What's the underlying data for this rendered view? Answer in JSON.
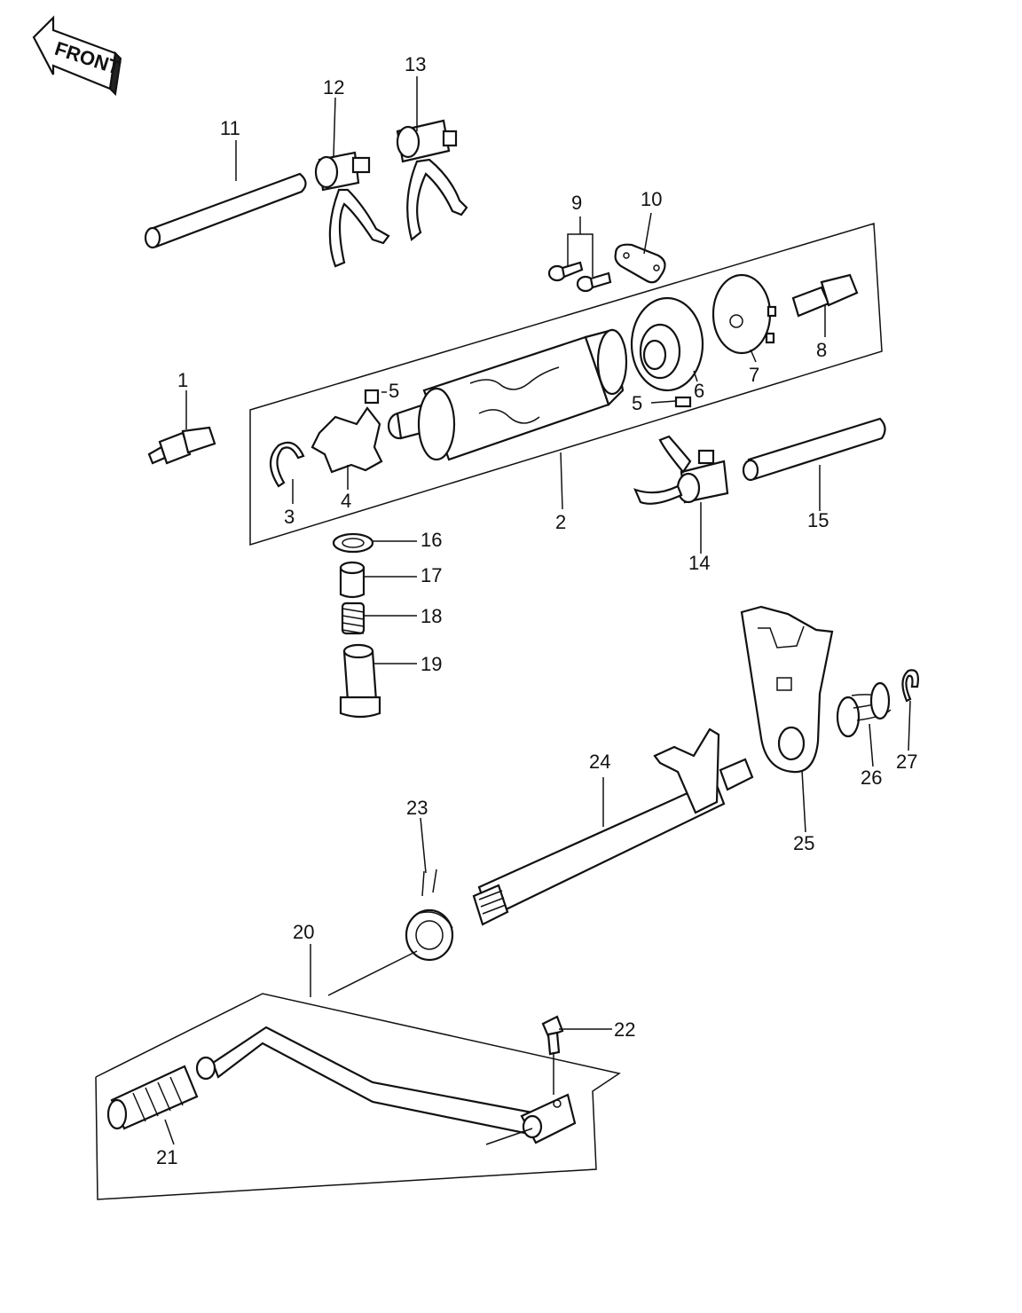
{
  "front_label": "FRONT",
  "callouts": {
    "c1": "1",
    "c2": "2",
    "c3": "3",
    "c4": "4",
    "c5a": "5",
    "c5b": "5",
    "c6": "6",
    "c7": "7",
    "c8": "8",
    "c9": "9",
    "c10": "10",
    "c11": "11",
    "c12": "12",
    "c13": "13",
    "c14": "14",
    "c15": "15",
    "c16": "16",
    "c17": "17",
    "c18": "18",
    "c19": "19",
    "c20": "20",
    "c21": "21",
    "c22": "22",
    "c23": "23",
    "c24": "24",
    "c25": "25",
    "c26": "26",
    "c27": "27"
  }
}
